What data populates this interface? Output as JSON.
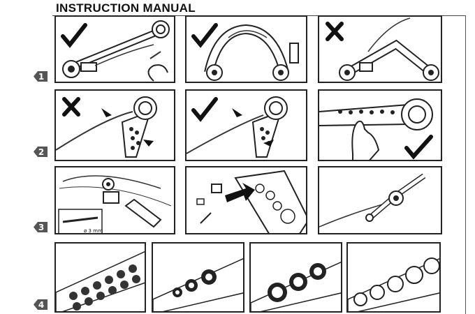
{
  "header": {
    "title": "INSTRUCTION MANUAL"
  },
  "steps": [
    {
      "number": "1"
    },
    {
      "number": "2"
    },
    {
      "number": "3"
    },
    {
      "number": "4"
    }
  ],
  "diagram_labels": {
    "diameter": "ø 3 mm"
  },
  "panels": {
    "row1": [
      "check-icon",
      "check-icon",
      "cross-icon"
    ],
    "row2": [
      "cross-icon",
      "check-icon",
      "check-icon"
    ]
  }
}
